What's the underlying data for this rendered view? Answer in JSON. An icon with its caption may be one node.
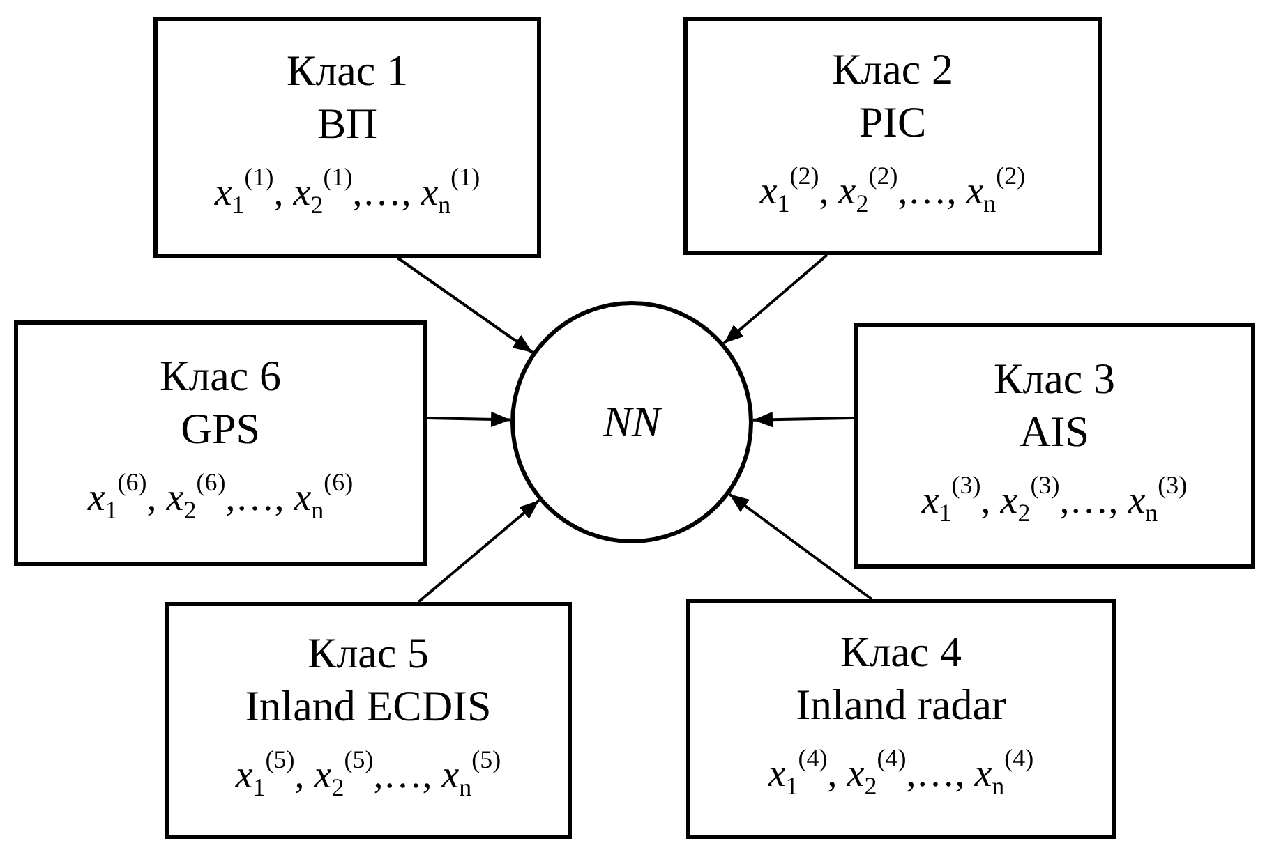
{
  "diagram": {
    "nodes": [
      {
        "text": [
          "Клас 1",
          "ВП",
          "*x*$_{1}$$^{(1)}$, *x*$_{2}$$^{(1)}$,…, *x*$_{n}$$^{(1)}$"
        ]
      },
      {
        "text": [
          "Клас 2",
          "PIC",
          "*x*$_{1}$$^{(2)}$, *x*$_{2}$$^{(2)}$,…, *x*$_{n}$$^{(2)}$"
        ]
      },
      {
        "text": [
          "Клас 6",
          "GPS",
          "*x*$_{1}$$^{(6)}$, *x*$_{2}$$^{(6)}$,…, *x*$_{n}$$^{(6)}$"
        ]
      },
      {
        "text": [
          "NN"
        ]
      },
      {
        "text": [
          "Клас 3",
          "AIS",
          "*x*$_{1}$$^{(3)}$, *x*$_{2}$$^{(3)}$,…, *x*$_{n}$$^{(3)}$"
        ]
      },
      {
        "text": [
          "Клас 5",
          "Inland ECDIS",
          "*x*$_{1}$$^{(5)}$, *x*$_{2}$$^{(5)}$,…, *x*$_{n}$$^{(5)}$"
        ]
      },
      {
        "text": [
          "Клас 4",
          "Inland radar",
          "*x*$_{1}$$^{(4)}$, *x*$_{2}$$^{(4)}$,…, *x*$_{n}$$^{(4)}$"
        ]
      }
    ],
    "edges": [
      {
        "from": 0,
        "to": 3,
        "arrow": "to"
      },
      {
        "from": 1,
        "to": 3,
        "arrow": "to"
      },
      {
        "from": 2,
        "to": 3,
        "arrow": "to"
      },
      {
        "from": 4,
        "to": 3,
        "arrow": "to"
      },
      {
        "from": 5,
        "to": 3,
        "arrow": "to"
      },
      {
        "from": 6,
        "to": 3,
        "arrow": "to"
      }
    ]
  }
}
